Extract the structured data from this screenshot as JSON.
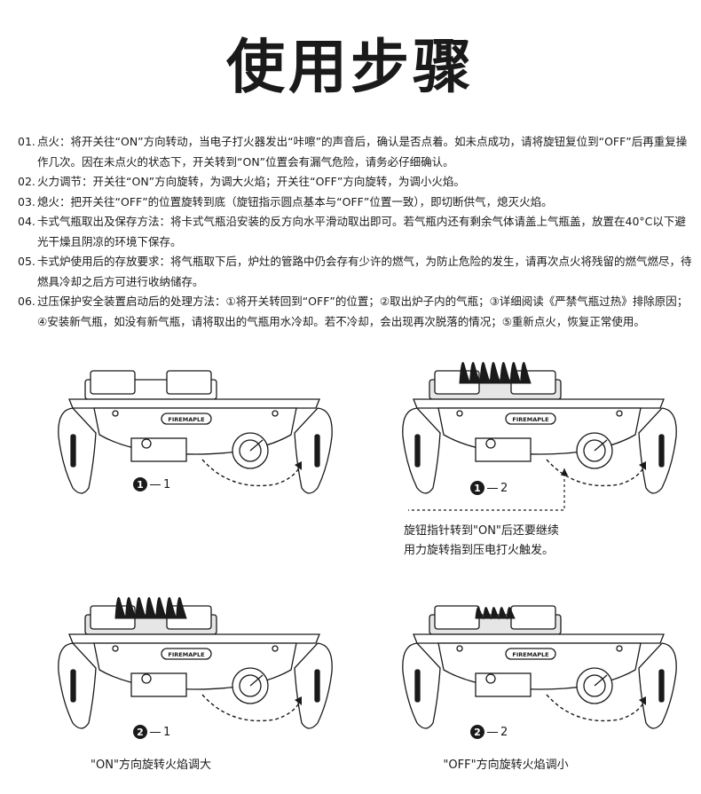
{
  "title": "使用步骤",
  "steps": [
    {
      "num": "01.",
      "text": "点火：将开关往“ON”方向转动，当电子打火器发出“咔嚓”的声音后，确认是否点着。如未点成功，请将旋钮复位到“OFF”后再重复操作几次。因在未点火的状态下，开关转到“ON”位置会有漏气危险，请务必仔细确认。"
    },
    {
      "num": "02.",
      "text": "火力调节：开关往“ON”方向旋转，为调大火焰；开关往“OFF”方向旋转，为调小火焰。"
    },
    {
      "num": "03.",
      "text": "熄火：把开关往“OFF”的位置旋转到底（旋钮指示圆点基本与“OFF”位置一致），即切断供气，熄灭火焰。"
    },
    {
      "num": "04.",
      "text": "卡式气瓶取出及保存方法：将卡式气瓶沿安装的反方向水平滑动取出即可。若气瓶内还有剩余气体请盖上气瓶盖，放置在40°C以下避光干燥且阴凉的环境下保存。"
    },
    {
      "num": "05.",
      "text": "卡式炉使用后的存放要求：将气瓶取下后，炉灶的管路中仍会存有少许的燃气，为防止危险的发生，请再次点火将残留的燃气燃尽，待燃具冷却之后方可进行收纳储存。"
    },
    {
      "num": "06.",
      "text": "过压保护安全装置启动后的处理方法：①将开关转回到“OFF”的位置；②取出炉子内的气瓶；③详细阅读《严禁气瓶过热》排除原因；④安装新气瓶，如没有新气瓶，请将取出的气瓶用水冷却。若不冷却，会出现再次脱落的情况；⑤重新点火，恢复正常使用。"
    }
  ],
  "brand": "FIREMAPLE",
  "figures": [
    {
      "num": "1",
      "sub": "1",
      "flame": "none"
    },
    {
      "num": "1",
      "sub": "2",
      "flame": "large"
    },
    {
      "num": "2",
      "sub": "1",
      "flame": "large"
    },
    {
      "num": "2",
      "sub": "2",
      "flame": "small"
    }
  ],
  "captions": {
    "fig1_2_line1": "旋钮指针转到\"ON\"后还要继续",
    "fig1_2_line2": "用力旋转指到压电打火触发。",
    "fig2_1": "\"ON\"方向旋转火焰调大",
    "fig2_2": "\"OFF\"方向旋转火焰调小"
  }
}
